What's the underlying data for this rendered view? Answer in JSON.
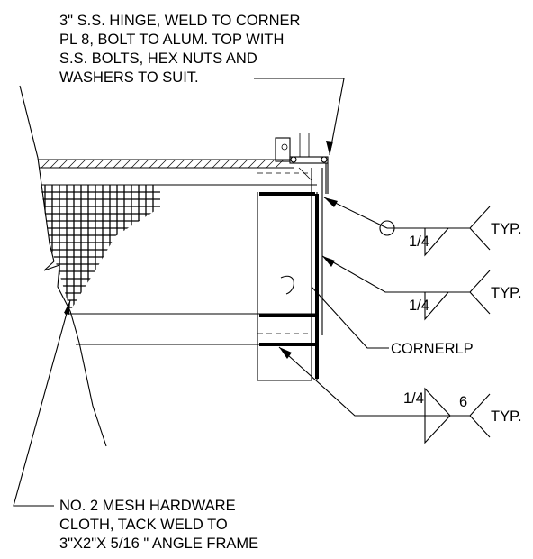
{
  "notes": {
    "hinge": [
      "3\" S.S. HINGE, WELD TO CORNER",
      "PL 8, BOLT TO ALUM. TOP WITH",
      "S.S. BOLTS, HEX NUTS AND",
      "WASHERS TO SUIT."
    ],
    "mesh": [
      "NO. 2 MESH HARDWARE",
      "CLOTH, TACK WELD TO",
      "3\"X2\"X 5/16 \" ANGLE FRAME"
    ],
    "corner_plate": "CORNERLP"
  },
  "welds": [
    {
      "size": "1/4",
      "note": "TYP.",
      "all_around": true
    },
    {
      "size": "1/4",
      "note": "TYP."
    },
    {
      "size": "1/4",
      "length": "6",
      "note": "TYP."
    }
  ]
}
